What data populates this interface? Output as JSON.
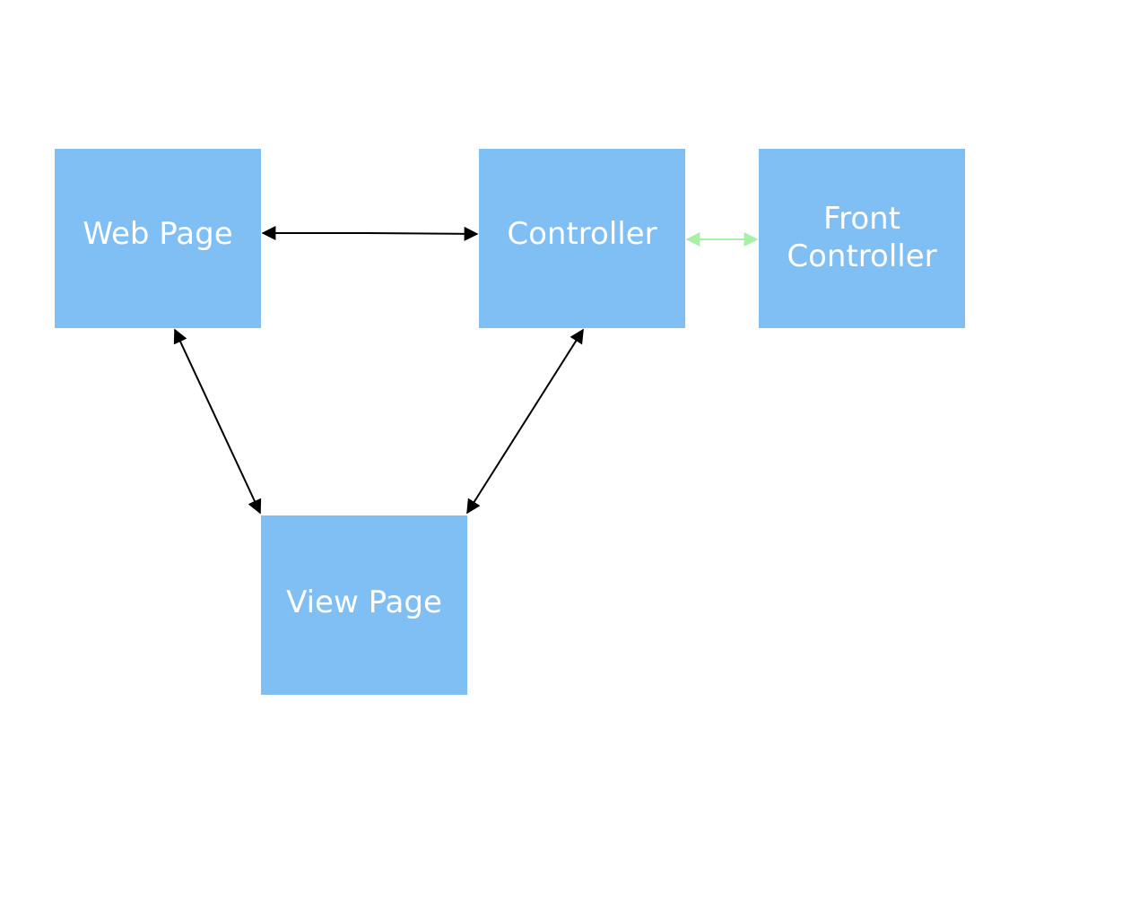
{
  "diagram": {
    "nodes": {
      "web_page": "Web Page",
      "controller": "Controller",
      "front_controller": "Front\nController",
      "view_page": "View Page"
    },
    "colors": {
      "node_fill": "#80bff4",
      "node_text": "#ffffff",
      "arrow_default": "#000000",
      "arrow_highlight": "#a8f0a8"
    }
  }
}
